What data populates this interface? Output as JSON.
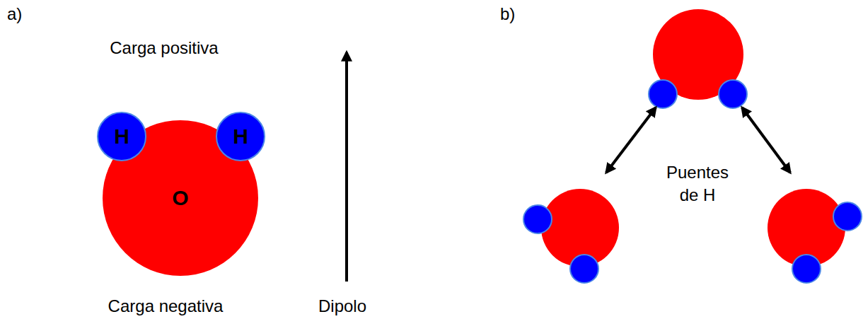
{
  "diagram": {
    "nodes": [
      {
        "text": [
          "H"
        ]
      },
      {
        "text": [
          "H"
        ]
      },
      {
        "text": [
          "O"
        ]
      }
    ],
    "labels": [
      "a)",
      "Carga positiva",
      "Carga negativa",
      "Dipolo",
      "b)",
      "Puentes de H"
    ]
  }
}
